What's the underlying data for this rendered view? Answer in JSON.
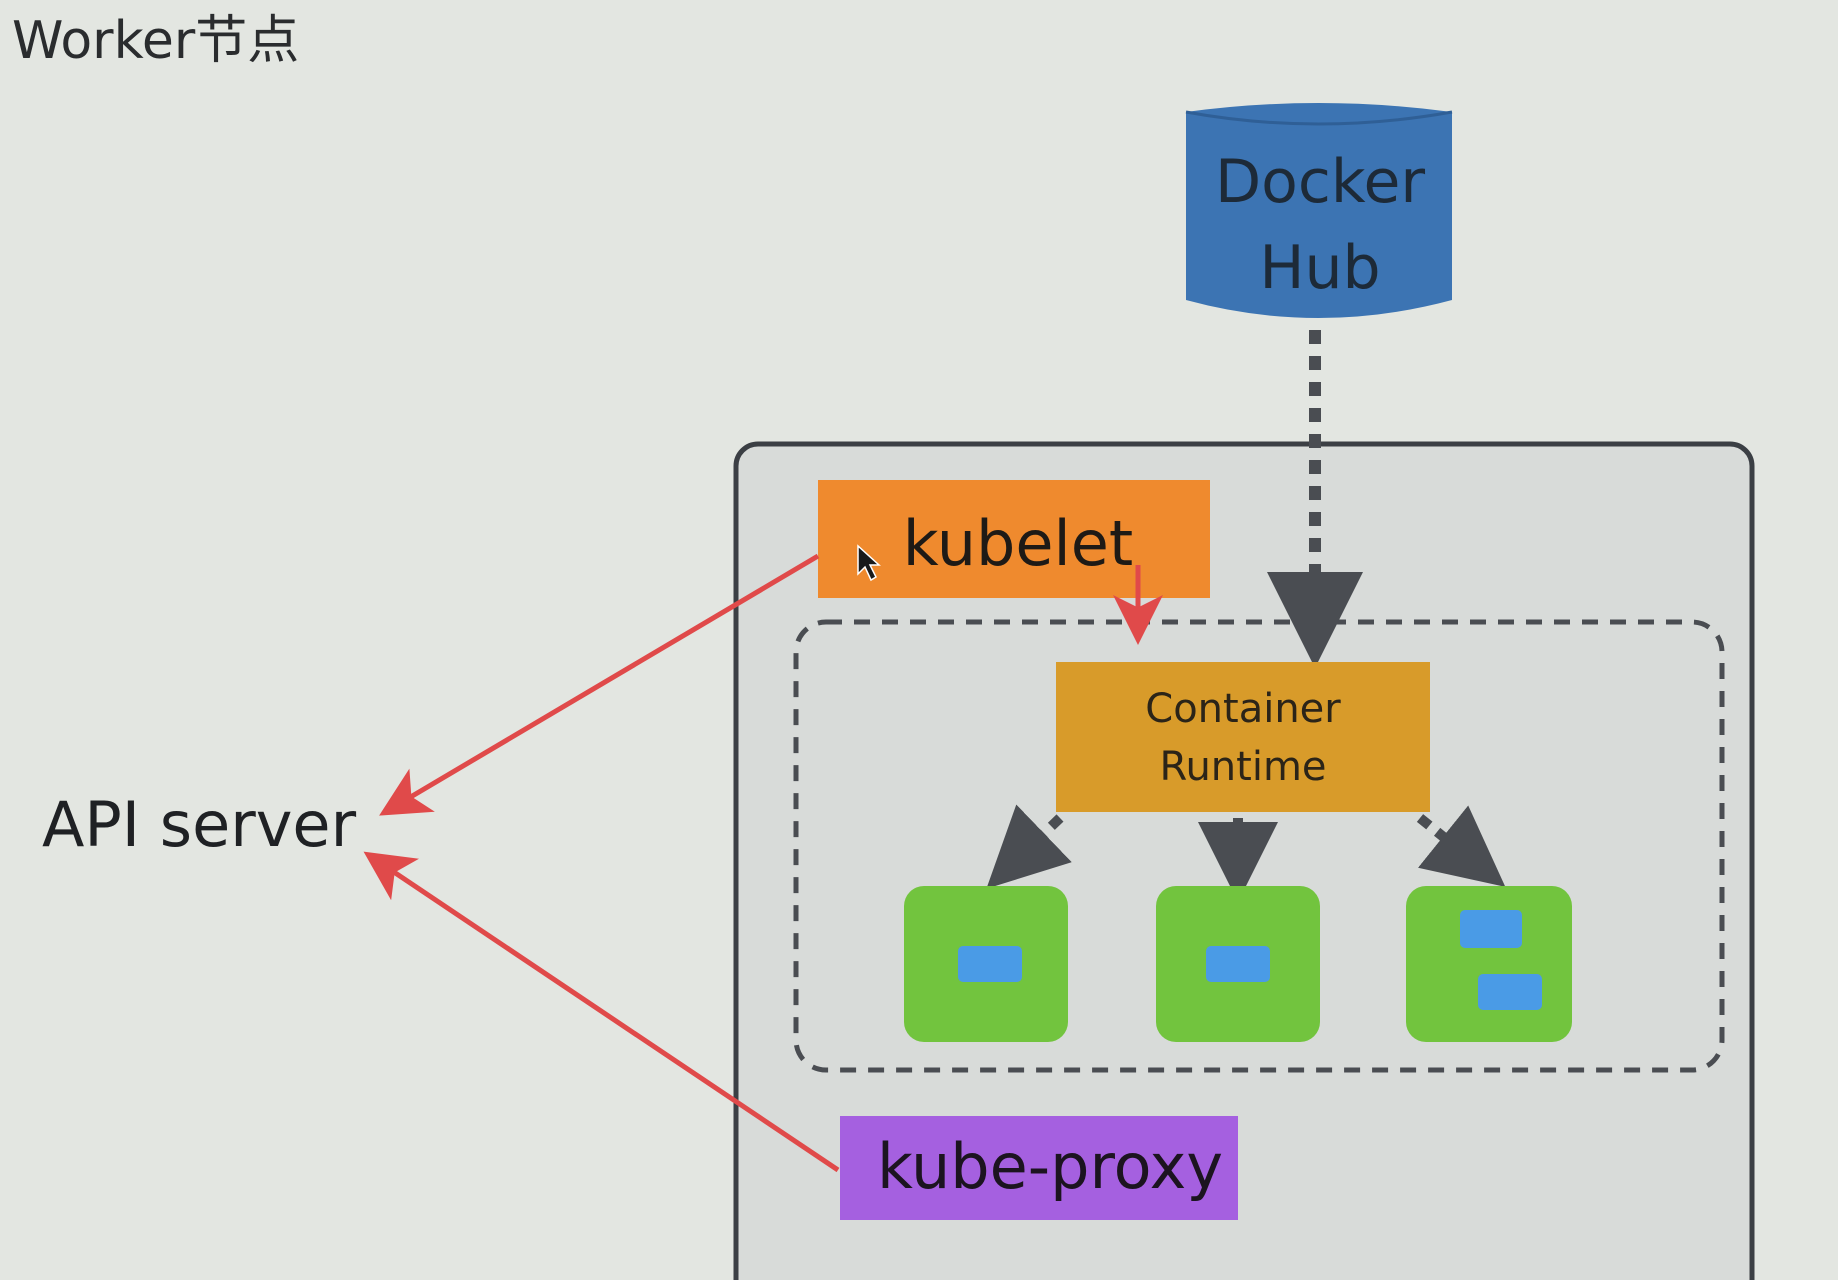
{
  "title": "Worker节点",
  "api_server": {
    "label": "API server"
  },
  "docker_hub": {
    "line1": "Docker",
    "line2": "Hub"
  },
  "kubelet": {
    "label": "kubelet"
  },
  "container_runtime": {
    "line1": "Container",
    "line2": "Runtime"
  },
  "kube_proxy": {
    "label": "kube-proxy"
  },
  "pods": [
    {
      "containers": 1
    },
    {
      "containers": 1
    },
    {
      "containers": 2
    }
  ],
  "colors": {
    "background": "#e3e6e1",
    "node_fill": "#d8dbd9",
    "node_border": "#3b3f44",
    "docker_hub": "#3c74b3",
    "kubelet": "#ef8a2e",
    "container_runtime": "#d89b2a",
    "kube_proxy": "#a560e0",
    "pod": "#72c43e",
    "container": "#4a9be6",
    "red_arrow": "#e04a4a",
    "dashed": "#4a4d52"
  }
}
